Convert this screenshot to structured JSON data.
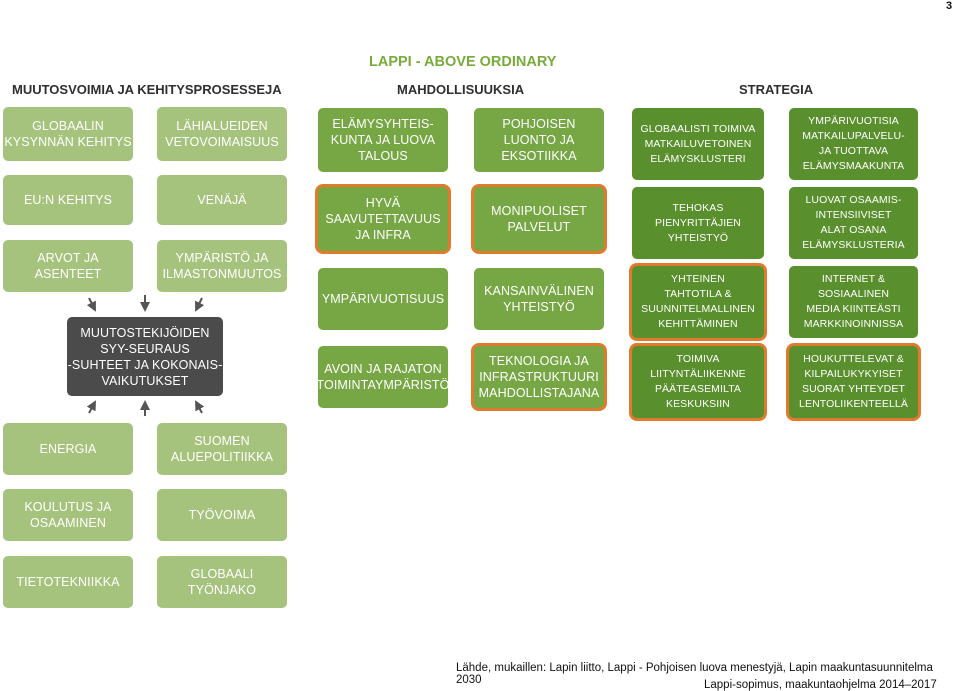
{
  "page_number": "3",
  "title": "LAPPI - ABOVE ORDINARY",
  "headers": {
    "drivers": "MUUTOSVOIMIA JA KEHITYSPROSESSEJA",
    "opportunities": "MAHDOLLISUUKSIA",
    "strategy": "STRATEGIA"
  },
  "drivers": {
    "global_demand": "GLOBAALIN\nKYSYNNÄN KEHITYS",
    "neighbour_areas": "LÄHIALUEIDEN\nVETOVOIMAISUUS",
    "eu": "EU:N KEHITYS",
    "russia": "VENÄJÄ",
    "values": "ARVOT JA\nASENTEET",
    "environment": "YMPÄRISTÖ JA\nILMASTONMUUTOS",
    "monitoring": "MUUTOSTEKIJÖIDEN\nSYY-SEURAUS\n-SUHTEET JA KOKONAIS-\nVAIKUTUKSET",
    "energy": "ENERGIA",
    "regional_policy": "SUOMEN\nALUEPOLITIIKKA",
    "education": "KOULUTUS JA\nOSAAMINEN",
    "labour": "TYÖVOIMA",
    "it": "TIETOTEKNIIKKA",
    "global_division": "GLOBAALI\nTYÖNJAKO"
  },
  "opportunities": {
    "experience": "ELÄMYSYHTEIS-\nKUNTA JA LUOVA\nTALOUS",
    "nature": "POHJOISEN\nLUONTO JA\nEKSOTIIKKA",
    "accessibility": "HYVÄ\nSAAVUTETTAVUUS\nJA INFRA",
    "services": "MONIPUOLISET\nPALVELUT",
    "sustainability": "YMPÄRIVUOTISUUS",
    "cooperation": "KANSAINVÄLINEN\nYHTEISTYÖ",
    "environment": "AVOIN JA RAJATON\nTOIMINTAYMPÄRISTÖ",
    "technology": "TEKNOLOGIA JA\nINFRASTRUKTUURI\nMAHDOLLISTAJANA"
  },
  "strategy": {
    "global_clusters": "GLOBAALISTI TOIMIVA\nMATKAILUVETOINEN\nELÄMYSKLUSTERI",
    "year_round": "YMPÄRIVUOTISIA\nMATKAILUPALVELU-\nJA TUOTTAVA\nELÄMYSMAAKUNTA",
    "sme": "TEHOKAS\nPIENYRITTÄJIEN\nYHTEISTYÖ",
    "competence": "LUOVAT OSAAMIS-\nINTENSIIVISET\nALAT OSANA\nELÄMYSKLUSTERIA",
    "common_will": "YHTEINEN\nTAHTOTILA &\nSUUNNITELMALLINEN\nKEHITTÄMINEN",
    "internet": "INTERNET &\nSOSIAALINEN\nMEDIA KIINTEÄSTI\nMARKKINOINNISSA",
    "terminals": "TOIMIVA\nLIITYNTÄLIIKENNE\nPÄÄTEASEMILTA\nKESKUKSIIN",
    "flights": "HOUKUTTELEVAT &\nKILPAILUKYKYISET\nSUORAT YHTEYDET\nLENTOLIIKENTEELLÄ"
  },
  "source": {
    "line1": "Lähde, mukaillen: Lapin liitto, Lappi - Pohjoisen luova menestyjä, Lapin maakuntasuunnitelma 2030",
    "line2": "Lappi-sopimus, maakuntaohjelma 2014–2017"
  },
  "colors": {
    "light_green": "#a6c37e",
    "mid_green": "#76a744",
    "dark_green": "#5a8f2e",
    "gray": "#4b4b4b",
    "orange_highlight": "#e07a2c",
    "title_green": "#77ab3a"
  }
}
